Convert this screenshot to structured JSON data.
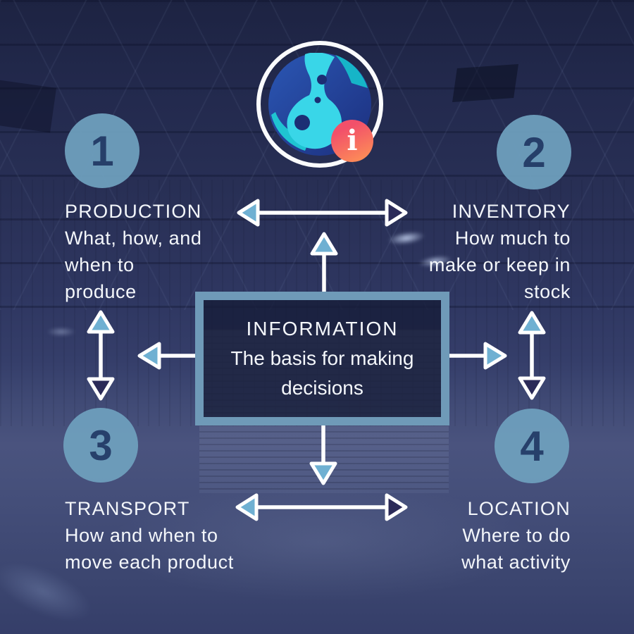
{
  "colors": {
    "steel": "#6f9ab8",
    "box-fill": "rgba(23,29,56,0.80)",
    "circle-fill": "#6e9fbd",
    "circle-number": "#26406b",
    "arrow-light": "#6fb0d2",
    "arrow-dark": "#2b2a58",
    "text": "#f4f7fb",
    "badge-from": "#f2506a",
    "badge-to": "#fd8d57",
    "logo-ring": "#fafbfd",
    "logo-blue-1": "#2b57b4",
    "logo-blue-2": "#1c2f7e",
    "logo-cyan": "#39d6e8",
    "logo-teal": "#16b5c8",
    "logo-hole": "#1c2e74"
  },
  "logo": {
    "info_letter": "i"
  },
  "center_box": {
    "title": "INFORMATION",
    "line1": "The basis for making",
    "line2": "decisions"
  },
  "nodes": [
    {
      "number": "1",
      "title": "PRODUCTION",
      "lines": [
        "What, how, and",
        "when to",
        "produce"
      ]
    },
    {
      "number": "2",
      "title": "INVENTORY",
      "lines": [
        "How much to",
        "make or keep in",
        "stock"
      ]
    },
    {
      "number": "3",
      "title": "TRANSPORT",
      "lines": [
        "How and when to",
        "move each product"
      ]
    },
    {
      "number": "4",
      "title": "LOCATION",
      "lines": [
        "Where to do",
        "what activity"
      ]
    }
  ]
}
